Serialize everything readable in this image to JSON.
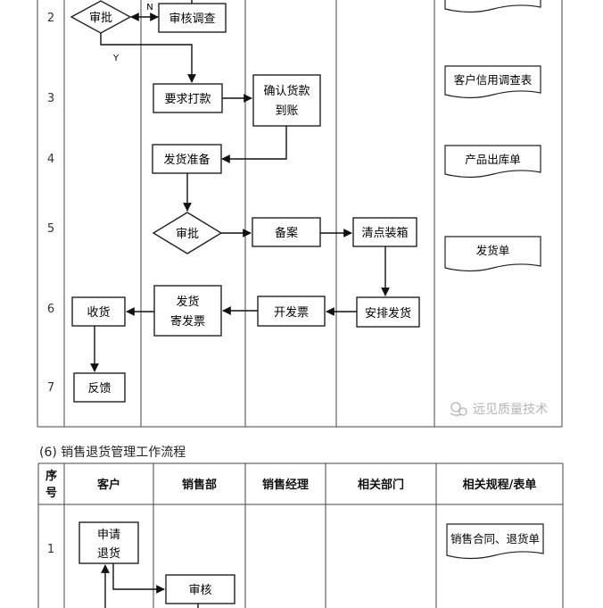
{
  "flow1": {
    "rows": [
      "2",
      "3",
      "4",
      "5",
      "6",
      "7"
    ],
    "boxes": {
      "approve_1": "审批",
      "audit_investigation": "审核调查",
      "request_payment": "要求打款",
      "confirm_payment_line1": "确认货款",
      "confirm_payment_line2": "到账",
      "prepare_shipment": "发货准备",
      "approve_2": "审批",
      "file_record": "备案",
      "count_pack": "清点装箱",
      "arrange_shipment": "安排发货",
      "issue_invoice": "开发票",
      "ship_send_invoice_line1": "发货",
      "ship_send_invoice_line2": "寄发票",
      "receive_goods": "收货",
      "feedback": "反馈"
    },
    "labels": {
      "no": "N",
      "yes": "Y"
    },
    "documents": {
      "credit_survey": "客户信用调查表",
      "outbound_order": "产品出库单",
      "delivery_note": "发货单"
    },
    "watermark": "远见质量技术"
  },
  "flow2": {
    "title": "(6) 销售退货管理工作流程",
    "headers": {
      "seq_line1": "序",
      "seq_line2": "号",
      "customer": "客户",
      "sales_dept": "销售部",
      "sales_manager": "销售经理",
      "related_dept": "相关部门",
      "regulations_forms": "相关规程/表单"
    },
    "rows": [
      "1"
    ],
    "boxes": {
      "apply_return_line1": "申请",
      "apply_return_line2": "退货",
      "review": "审核"
    },
    "documents": {
      "contract_return": "销售合同、退货单"
    }
  }
}
